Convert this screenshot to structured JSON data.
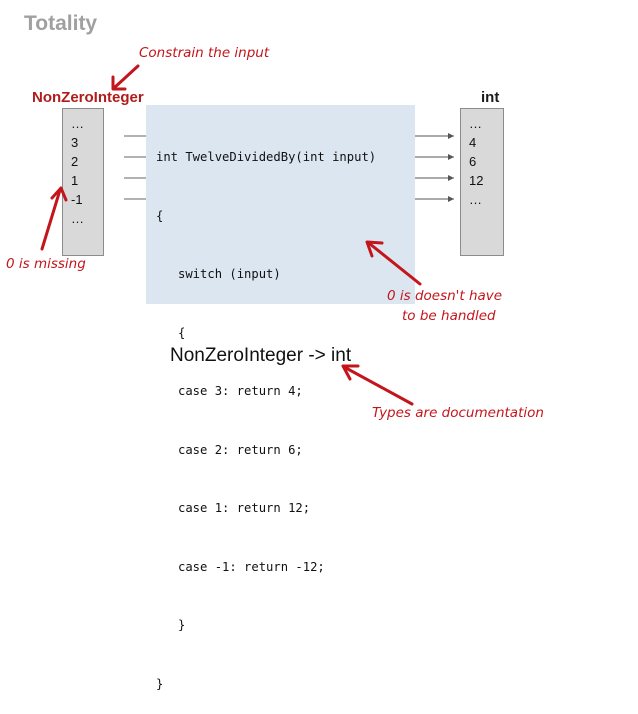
{
  "title": "Totality",
  "domain_label": "NonZeroInteger",
  "codomain_label": "int",
  "domain_values": [
    "…",
    "3",
    "2",
    "1",
    "-1",
    "…"
  ],
  "codomain_values": [
    "…",
    "4",
    "6",
    "12",
    "…"
  ],
  "code_lines": [
    "int TwelveDividedBy(int input)",
    "{",
    "   switch (input)",
    "   {",
    "   case 3: return 4;",
    "   case 2: return 6;",
    "   case 1: return 12;",
    "   case -1: return -12;",
    "   }",
    "}"
  ],
  "annotations": {
    "constrain": "Constrain the input",
    "missing": "0 is missing",
    "handled_line1": "0 is doesn't have",
    "handled_line2": "to be handled",
    "types": "Types are documentation"
  },
  "signature": "NonZeroInteger -> int",
  "colors": {
    "annotation": "#c3161c",
    "domain_label": "#b01c1c",
    "code_background": "#dce6f1",
    "set_box": "#d9d9d9"
  }
}
